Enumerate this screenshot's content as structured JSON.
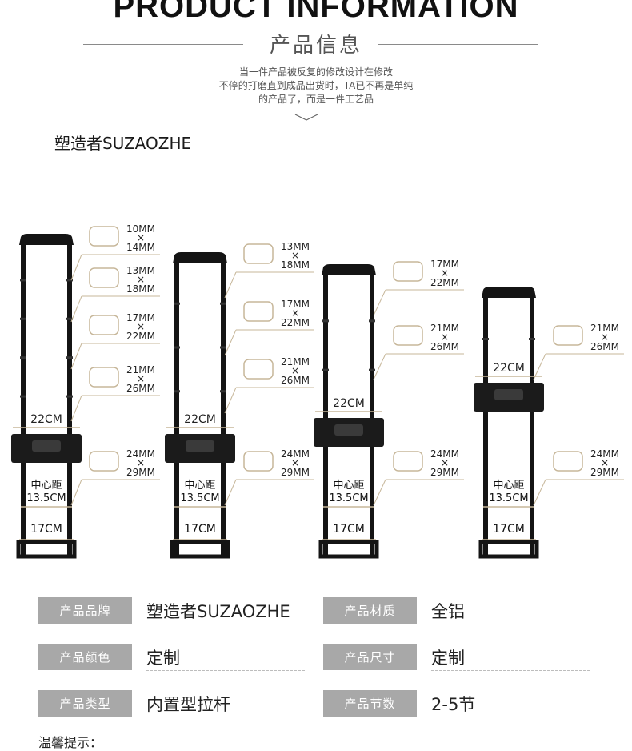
{
  "header": {
    "title_en": "PRODUCT INFORMATION",
    "title_cn": "产品信息",
    "intro_lines": [
      "当一件产品被反复的修改设计在修改",
      "不停的打磨直到成品出货时，TA已不再是单纯",
      "的产品了，而是一件工艺品"
    ]
  },
  "brand_line": "塑造者SUZAOZHE",
  "handles": [
    {
      "width": "22CM",
      "center_label": "中心距",
      "center_dist": "13.5CM",
      "bottom_width": "17CM",
      "tubes": [
        [
          "10MM",
          "14MM"
        ],
        [
          "13MM",
          "18MM"
        ],
        [
          "17MM",
          "22MM"
        ],
        [
          "21MM",
          "26MM"
        ],
        [
          "24MM",
          "29MM"
        ]
      ]
    },
    {
      "width": "22CM",
      "center_label": "中心距",
      "center_dist": "13.5CM",
      "bottom_width": "17CM",
      "tubes": [
        [
          "13MM",
          "18MM"
        ],
        [
          "17MM",
          "22MM"
        ],
        [
          "21MM",
          "26MM"
        ],
        [
          "24MM",
          "29MM"
        ]
      ]
    },
    {
      "width": "22CM",
      "center_label": "中心距",
      "center_dist": "13.5CM",
      "bottom_width": "17CM",
      "tubes": [
        [
          "17MM",
          "22MM"
        ],
        [
          "21MM",
          "26MM"
        ],
        [
          "24MM",
          "29MM"
        ]
      ]
    },
    {
      "width": "22CM",
      "center_label": "中心距",
      "center_dist": "13.5CM",
      "bottom_width": "17CM",
      "tubes": [
        [
          "21MM",
          "26MM"
        ],
        [
          "24MM",
          "29MM"
        ]
      ]
    }
  ],
  "tube_separator": "×",
  "specs": [
    {
      "label": "产品品牌",
      "value": "塑造者SUZAOZHE"
    },
    {
      "label": "产品材质",
      "value": "全铝"
    },
    {
      "label": "产品颜色",
      "value": "定制"
    },
    {
      "label": "产品尺寸",
      "value": "定制"
    },
    {
      "label": "产品类型",
      "value": "内置型拉杆"
    },
    {
      "label": "产品节数",
      "value": "2-5节"
    }
  ],
  "footer_note": "温馨提示：",
  "colors": {
    "accent": "#c7b79a",
    "rod": "#141414",
    "label_bg": "#a8a8a8"
  }
}
